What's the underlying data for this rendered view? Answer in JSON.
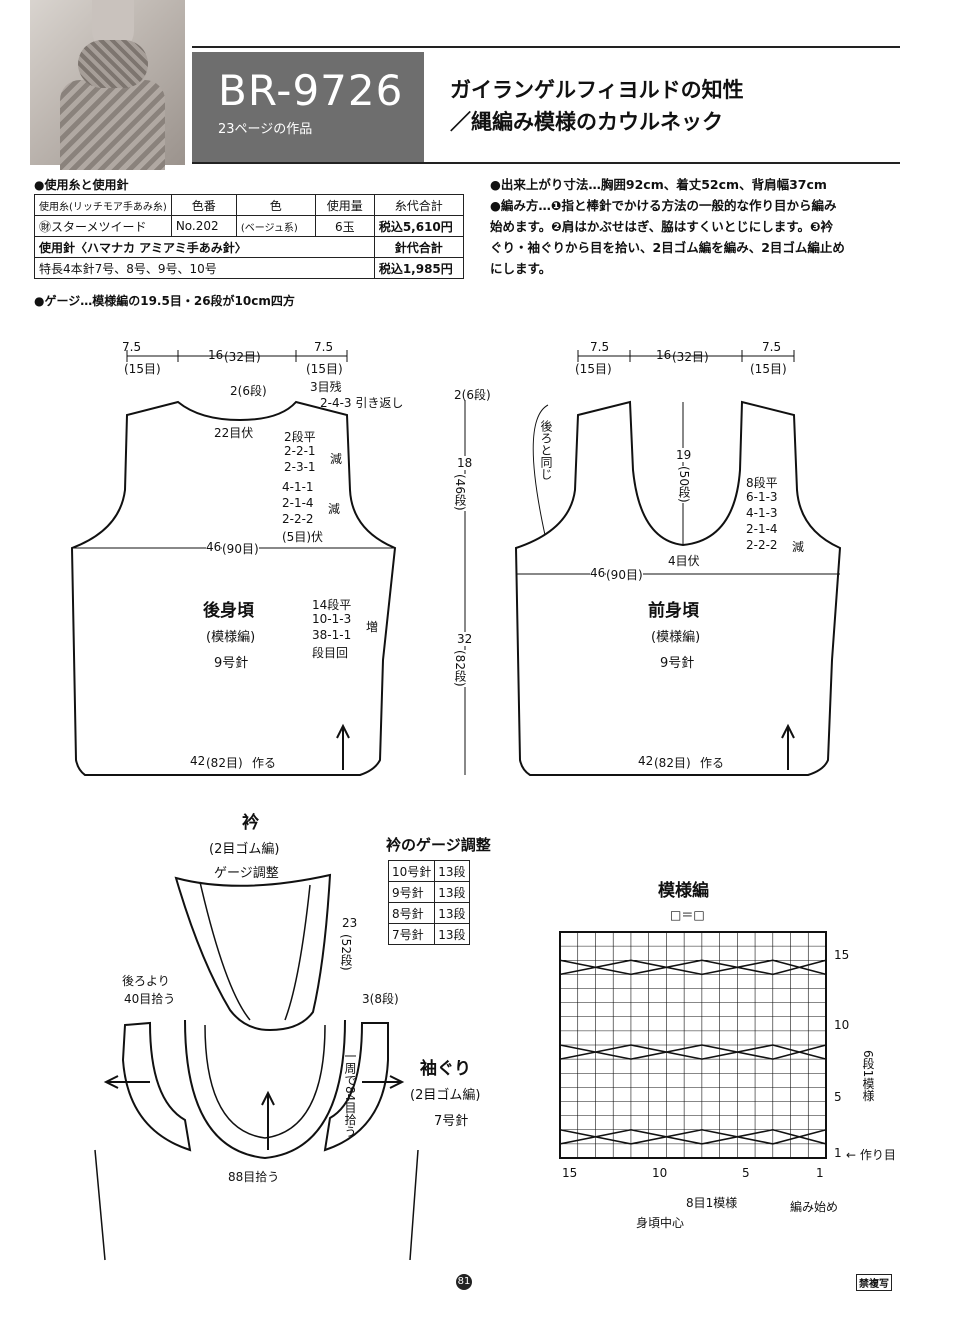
{
  "header": {
    "code": "BR-9726",
    "subcode": "23ページの作品",
    "title_line1": "ガイランゲルフィヨルドの知性",
    "title_line2": "／縄編み模様のカウルネック"
  },
  "materials": {
    "heading": "●使用糸と使用針",
    "table": {
      "headers": [
        "使用糸(リッチモア手あみ糸)",
        "色番",
        "色",
        "使用量",
        "糸代合計"
      ],
      "row1": [
        "㊖スターメツイード",
        "No.202",
        "(ベージュ系)",
        "6玉",
        "税込5,610円"
      ],
      "row2_label": "使用針〈ハマナカ アミアミ手あみ針〉",
      "row2_total_label": "針代合計",
      "row3_label": "特長4本針7号、8号、9号、10号",
      "row3_total": "税込1,985円"
    },
    "gauge": "●ゲージ…模様編の19.5目・26段が10cm四方"
  },
  "instructions": {
    "size": "●出来上がり寸法…胸囲92cm、着丈52cm、背肩幅37cm",
    "method_1": "●編み方…❶指と棒針でかける方法の一般的な作り目から編み",
    "method_2": "始めます。❷肩はかぶせはぎ、脇はすくいとじにします。❸衿",
    "method_3": "ぐり・袖ぐりから目を拾い、2目ゴム編を編み、2目ゴム編止め",
    "method_4": "にします。"
  },
  "back": {
    "name": "後身頃",
    "pattern": "(模様編)",
    "needle": "9号針",
    "w_left": "7.5",
    "w_left_st": "(15目)",
    "w_mid": "16",
    "w_mid_st": "(32目)",
    "w_right": "7.5",
    "w_right_st": "(15目)",
    "neck_depth": "2(6段)",
    "bind_remain": "3目残",
    "short_rows": "2-4-3 引き返し",
    "neck_bind": "22目伏",
    "dec1": [
      "2段平",
      "2-2-1",
      "2-3-1"
    ],
    "dec_label": "減",
    "dec2": [
      "4-1-1",
      "2-1-4",
      "2-2-2",
      "(5目)伏"
    ],
    "chest": "46",
    "chest_st": "(90目)",
    "inc": [
      "14段平",
      "10-1-3",
      "38-1-1",
      "段目回"
    ],
    "inc_label": "増",
    "hem": "42",
    "hem_st": "(82目)",
    "hem_label": "作る"
  },
  "vertical": {
    "top": "2(6段)",
    "armhole": "18",
    "armhole_st": "(46段)",
    "body": "32",
    "body_st": "(82段)"
  },
  "front": {
    "name": "前身頃",
    "pattern": "(模様編)",
    "needle": "9号針",
    "same_as_back": "後ろと同じ",
    "w_left": "7.5",
    "w_left_st": "(15目)",
    "w_mid": "16",
    "w_mid_st": "(32目)",
    "w_right": "7.5",
    "w_right_st": "(15目)",
    "neck_depth": "19",
    "neck_depth_st": "(50段)",
    "neck_bind": "4目伏",
    "dec": [
      "8段平",
      "6-1-3",
      "4-1-3",
      "2-1-4",
      "2-2-2"
    ],
    "dec_label": "減",
    "chest": "46",
    "chest_st": "(90目)",
    "hem": "42",
    "hem_st": "(82目)",
    "hem_label": "作る"
  },
  "collar": {
    "title": "衿",
    "pattern": "(2目ゴム編)",
    "gauge_adj": "ゲージ調整",
    "height": "23",
    "height_st": "(52段)",
    "pick_back": "後ろより",
    "pick_back2": "40目拾う",
    "pick_front": "88目拾う"
  },
  "gauge_table": {
    "title": "衿のゲージ調整",
    "rows": [
      [
        "10号針",
        "13段"
      ],
      [
        "9号針",
        "13段"
      ],
      [
        "8号針",
        "13段"
      ],
      [
        "7号針",
        "13段"
      ]
    ]
  },
  "armhole": {
    "title": "袖ぐり",
    "pattern": "(2目ゴム編)",
    "needle": "7号針",
    "depth": "3(8段)",
    "pickup": "一周で84目拾う"
  },
  "chart": {
    "title": "模様編",
    "legend": "□＝□",
    "rows_15": "15",
    "rows_10": "10",
    "rows_5": "5",
    "rows_1": "1",
    "cast_on": "← 作り目",
    "repeat_rows": "6段1模様",
    "cols_15": "15",
    "cols_10": "10",
    "cols_5": "5",
    "cols_1": "1",
    "repeat_cols": "8目1模様",
    "center": "身頃中心",
    "start": "編み始め"
  },
  "footer": {
    "page": "81",
    "stamp": "禁複写"
  }
}
